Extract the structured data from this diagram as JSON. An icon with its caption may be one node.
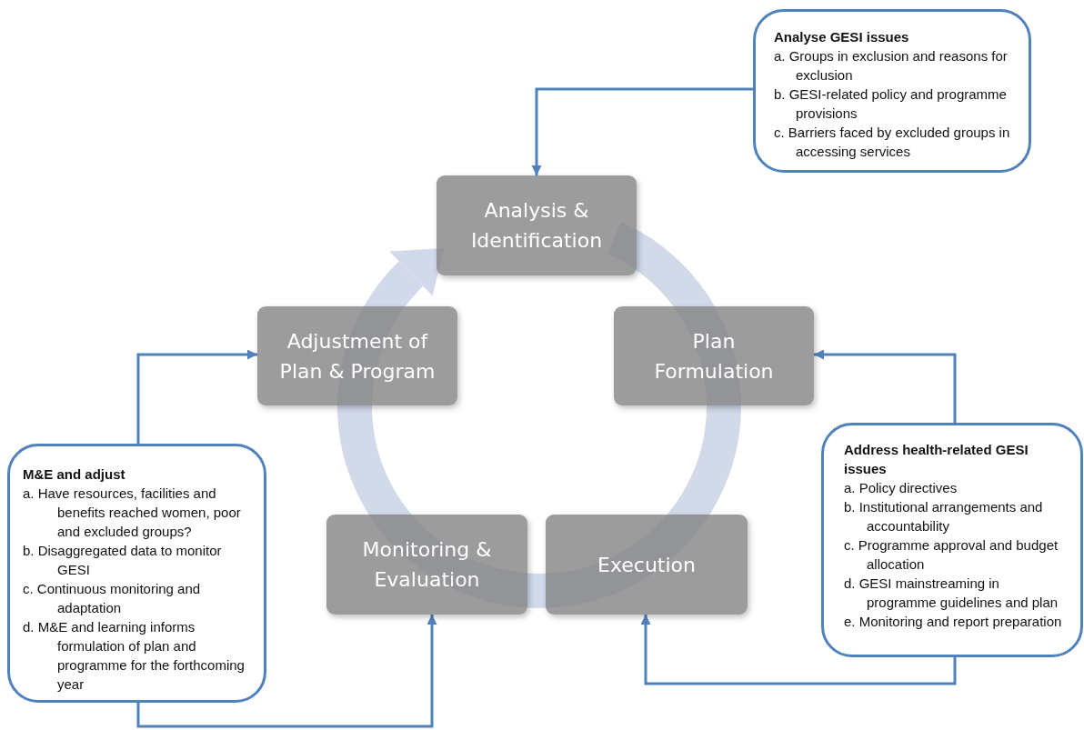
{
  "diagram": {
    "nodes": [
      {
        "text": [
          "Analysis & Identification"
        ]
      },
      {
        "text": [
          "Plan Formulation"
        ]
      },
      {
        "text": [
          "Execution"
        ]
      },
      {
        "text": [
          "Monitoring & Evaluation"
        ]
      },
      {
        "text": [
          "Adjustment of Plan & Program"
        ]
      },
      {
        "text": [
          "Analyse GESI issues",
          "a. Groups in exclusion and reasons for exclusion",
          "b. GESI-related policy and programme provisions",
          "c. Barriers faced by excluded groups in accessing services"
        ]
      },
      {
        "text": [
          "M&E and adjust",
          "a. Have resources, facilities and benefits reached women, poor and excluded groups?",
          "b. Disaggregated data to monitor GESI",
          "c. Continuous monitoring and adaptation",
          "d. M&E and learning informs formulation of plan and programme for the forthcoming year"
        ]
      },
      {
        "text": [
          "Address health-related GESI issues",
          "a. Policy directives",
          "b. Institutional arrangements and accountability",
          "c. Programme approval and budget allocation",
          "d. GESI mainstreaming in programme guidelines and plan",
          "e. Monitoring and report preparation"
        ]
      }
    ],
    "edges": [
      {
        "from": 5,
        "to": 0,
        "arrow": "to"
      },
      {
        "from": 7,
        "to": 1,
        "arrow": "to"
      },
      {
        "from": 7,
        "to": 2,
        "arrow": "to"
      },
      {
        "from": 6,
        "to": 3,
        "arrow": "to"
      },
      {
        "from": 6,
        "to": 4,
        "arrow": "to"
      }
    ]
  }
}
